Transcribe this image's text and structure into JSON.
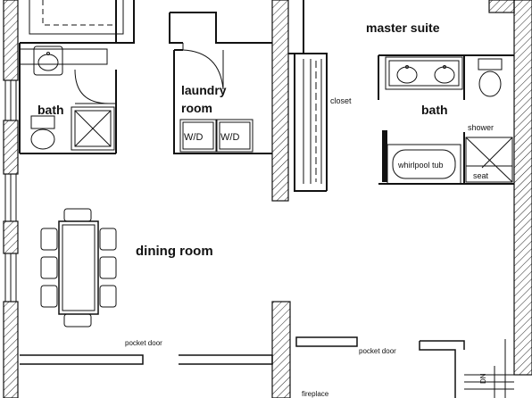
{
  "rooms": {
    "master_suite": "master suite",
    "bath_left": "bath",
    "bath_right": "bath",
    "laundry_line1": "laundry",
    "laundry_line2": "room",
    "dining": "dining room"
  },
  "fixtures": {
    "wd1": "W/D",
    "wd2": "W/D",
    "closet": "closet",
    "shower": "shower",
    "whirlpool": "whirlpool tub",
    "seat": "seat",
    "pocket_door_left": "pocket door",
    "pocket_door_right": "pocket door",
    "fireplace": "fireplace",
    "dn": "DN"
  }
}
